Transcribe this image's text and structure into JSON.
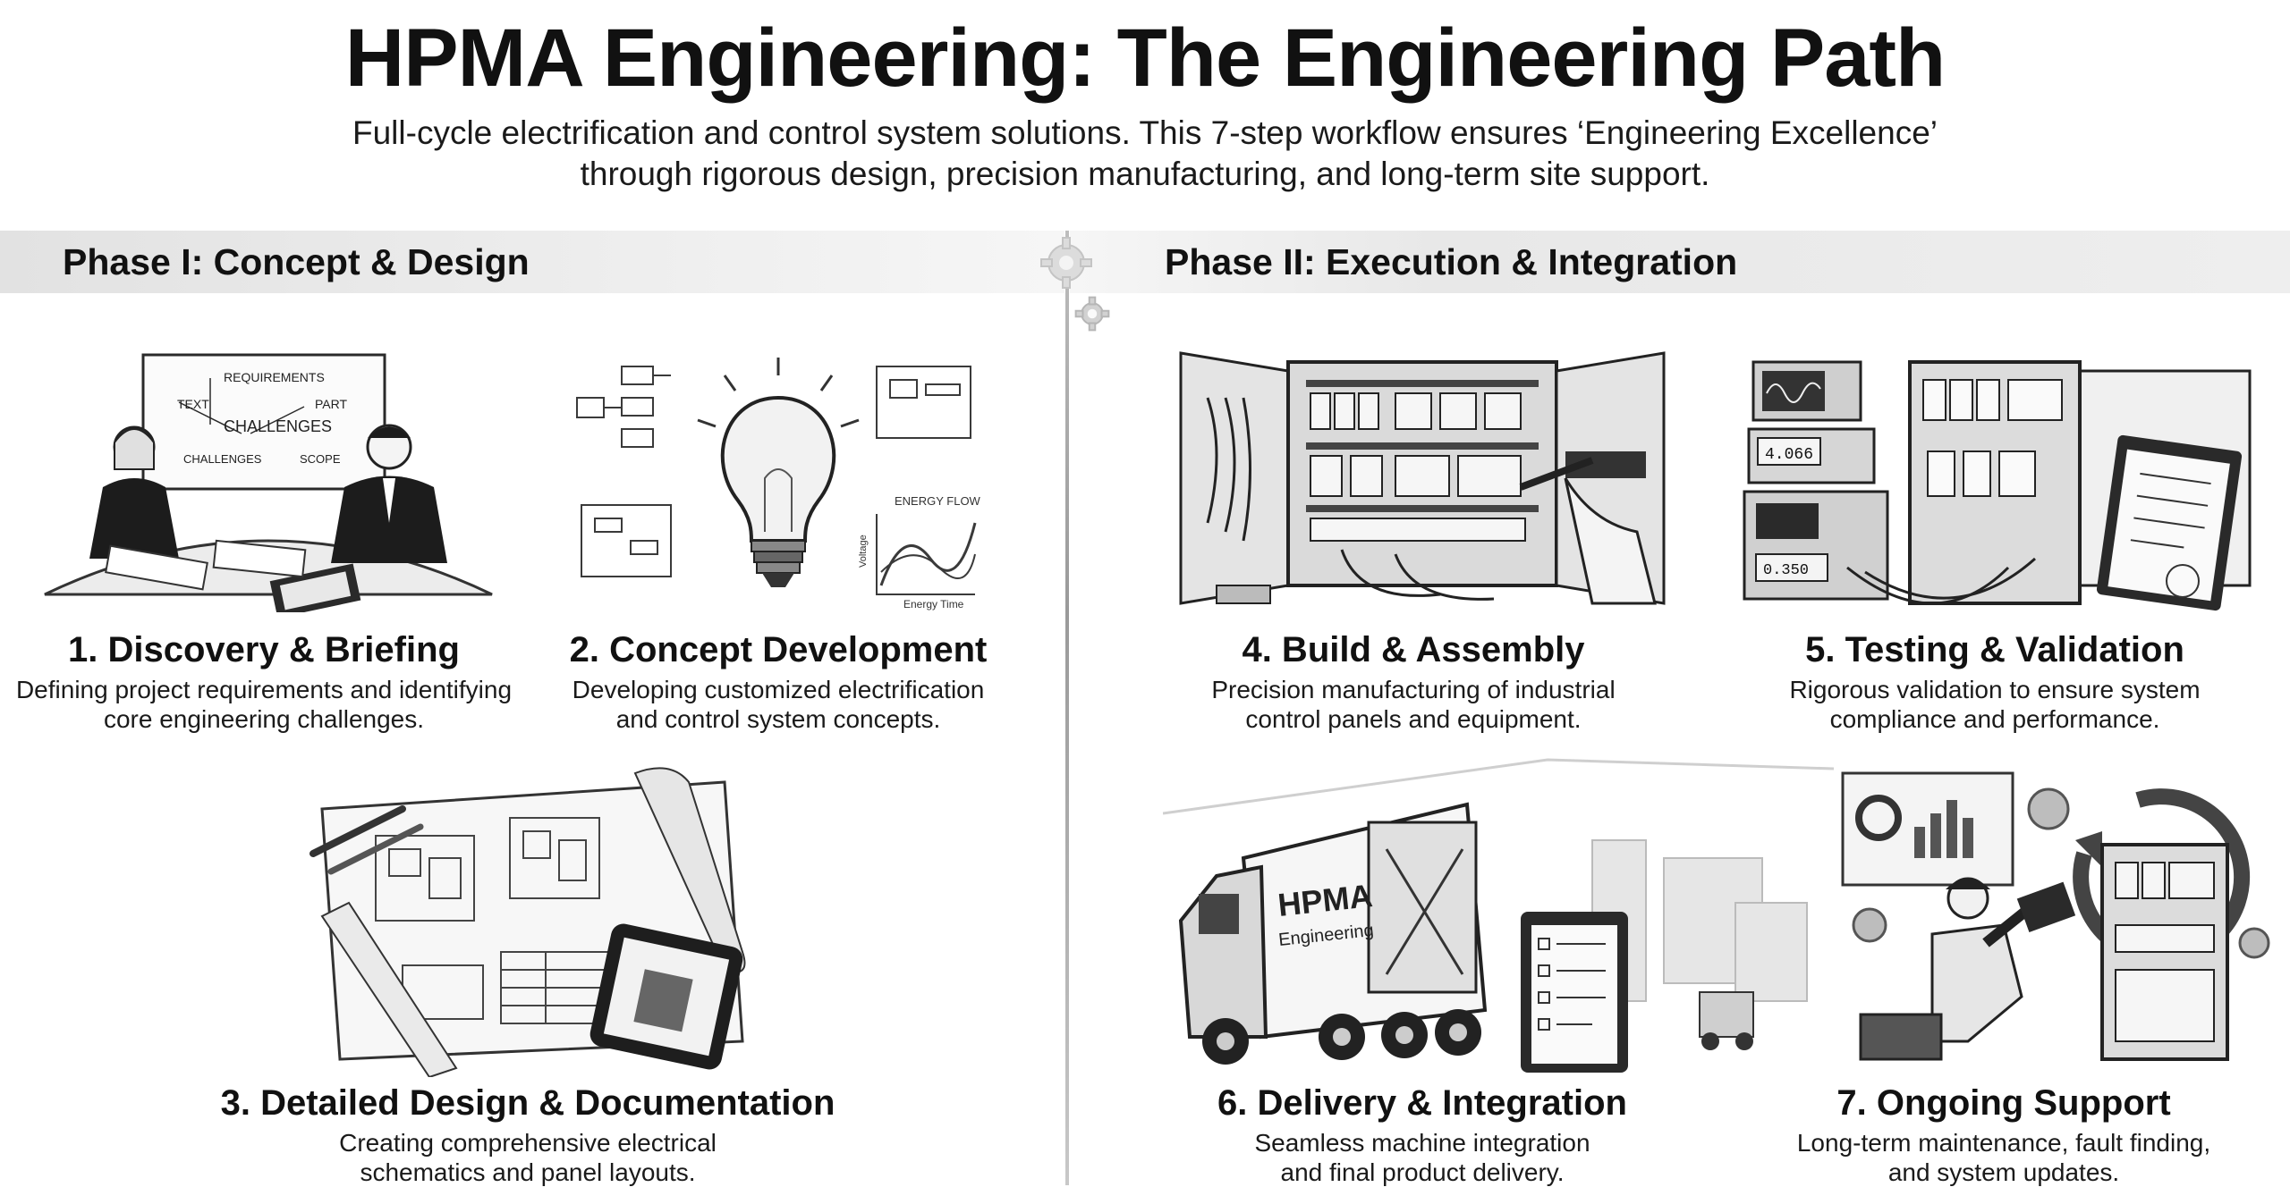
{
  "header": {
    "title": "HPMA Engineering: The Engineering Path",
    "subtitle_line1": "Full-cycle electrification and control system solutions. This 7-step workflow ensures ‘Engineering Excellence’",
    "subtitle_line2": "through rigorous design, precision manufacturing, and long-term site support."
  },
  "phases": [
    {
      "label": "Phase I: Concept & Design"
    },
    {
      "label": "Phase II: Execution & Integration"
    }
  ],
  "steps": [
    {
      "title": "1. Discovery & Briefing",
      "desc_line1": "Defining project requirements and identifying",
      "desc_line2": "core engineering challenges.",
      "whiteboard": {
        "w1": "REQUIREMENTS",
        "w2": "TEXT",
        "w3": "PART",
        "w4": "CHALLENGES",
        "w5": "CHALLENGES",
        "w6": "SCOPE"
      }
    },
    {
      "title": "2. Concept Development",
      "desc_line1": "Developing customized electrification",
      "desc_line2": "and control system concepts.",
      "sketch": {
        "flow_label": "ENERGY FLOW",
        "axis_x": "Energy Time",
        "axis_y": "Voltage"
      }
    },
    {
      "title": "3. Detailed Design & Documentation",
      "desc_line1": "Creating comprehensive electrical",
      "desc_line2": "schematics and panel layouts."
    },
    {
      "title": "4. Build & Assembly",
      "desc_line1": "Precision manufacturing of industrial",
      "desc_line2": "control panels and equipment."
    },
    {
      "title": "5. Testing & Validation",
      "desc_line1": "Rigorous validation to ensure system",
      "desc_line2": "compliance and performance.",
      "meter": {
        "reading1": "4.066",
        "reading2": "0.350"
      }
    },
    {
      "title": "6. Delivery & Integration",
      "desc_line1": "Seamless machine integration",
      "desc_line2": "and final product delivery.",
      "truck": {
        "brand": "HPMA",
        "brand_sub": "Engineering"
      }
    },
    {
      "title": "7. Ongoing Support",
      "desc_line1": "Long-term maintenance, fault finding,",
      "desc_line2": "and system updates."
    }
  ],
  "colors": {
    "ink": "#111111",
    "band": "#e6e6e6",
    "divider": "#a8a8a8",
    "sketch": "#3a3a3a"
  }
}
